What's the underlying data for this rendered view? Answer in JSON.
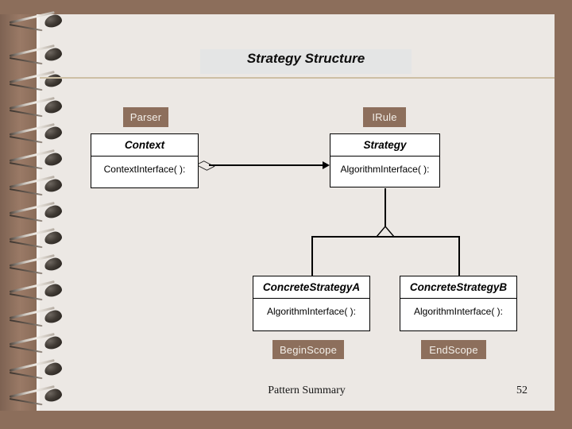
{
  "slide": {
    "title": "Strategy Structure",
    "footer_title": "Pattern Summary",
    "page_number": "52",
    "theme": {
      "cover_brown": "#8c6e5b",
      "paper": "#ece8e4",
      "title_band": "#e4e5e5",
      "rule": "#cdbfa4",
      "tag_brown": "#8d6f5c",
      "tag_text": "#f3efe9",
      "ink": "#000000"
    }
  },
  "diagram": {
    "type": "uml-class-diagram",
    "classes": [
      {
        "id": "context",
        "name": "Context",
        "operation": "ContextInterface( ):"
      },
      {
        "id": "strategy",
        "name": "Strategy",
        "operation": "AlgorithmInterface( ):"
      },
      {
        "id": "concrete_strategy_a",
        "name": "ConcreteStrategyA",
        "operation": "AlgorithmInterface( ):"
      },
      {
        "id": "concrete_strategy_b",
        "name": "ConcreteStrategyB",
        "operation": "AlgorithmInterface( ):"
      }
    ],
    "annotations": [
      {
        "id": "parser",
        "label": "Parser",
        "targets": "context"
      },
      {
        "id": "irule",
        "label": "IRule",
        "targets": "strategy"
      },
      {
        "id": "begin_scope",
        "label": "BeginScope",
        "targets": "concrete_strategy_a"
      },
      {
        "id": "end_scope",
        "label": "EndScope",
        "targets": "concrete_strategy_b"
      }
    ],
    "relations": [
      {
        "kind": "aggregation",
        "from": "context",
        "to": "strategy"
      },
      {
        "kind": "generalization",
        "from": "concrete_strategy_a",
        "to": "strategy"
      },
      {
        "kind": "generalization",
        "from": "concrete_strategy_b",
        "to": "strategy"
      }
    ]
  }
}
